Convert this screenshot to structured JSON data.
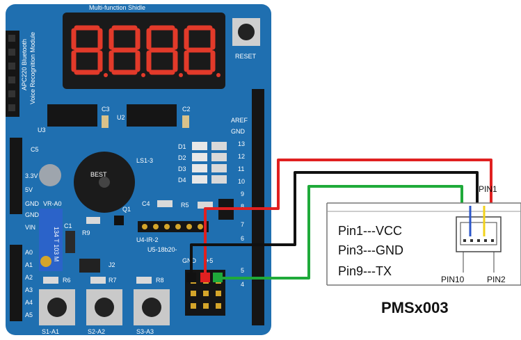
{
  "board": {
    "title": "Multi-function Shidle",
    "reset_label": "RESET",
    "bt_module_label": "APC220 Bluetooth",
    "voice_module_label": "Voice Recognition Module",
    "chips": [
      "U3",
      "U2"
    ],
    "caps": [
      "C3",
      "C2",
      "C5",
      "C4",
      "C1"
    ],
    "buzzer": {
      "label": "LS1-3",
      "text": "BEST"
    },
    "leds": [
      "D1",
      "D2",
      "D3",
      "D4"
    ],
    "resistors": [
      "R5",
      "R9",
      "R6",
      "R7",
      "R8"
    ],
    "transistor": "Q1",
    "potentiometer": {
      "label": "VR-A0",
      "text": "134 T 103 M"
    },
    "jumper": "J2",
    "ir_label": "U4-IR-2",
    "temp_label": "U5-18b20-",
    "header_right": [
      "AREF",
      "GND",
      "13",
      "12",
      "11",
      "10",
      "9",
      "8",
      "7",
      "6",
      "5",
      "4"
    ],
    "header_left_power": [
      "3.3V",
      "5V",
      "GND",
      "GND",
      "VIN"
    ],
    "header_left_analog": [
      "A0",
      "A1",
      "A2",
      "A3",
      "A4",
      "A5"
    ],
    "buttons": [
      "S1-A1",
      "S2-A2",
      "S3-A3"
    ],
    "gnd_label": "GND",
    "plus5_label": "+5"
  },
  "sensor": {
    "name": "PMSx003",
    "pins": [
      {
        "text": "Pin1---VCC"
      },
      {
        "text": "Pin3---GND"
      },
      {
        "text": "Pin9---TX"
      }
    ],
    "connector_labels": {
      "pin1": "PIN1",
      "pin10": "PIN10",
      "pin2": "PIN2"
    }
  },
  "wires": [
    {
      "name": "vcc-wire",
      "color": "#e02020"
    },
    {
      "name": "gnd-wire",
      "color": "#111111"
    },
    {
      "name": "tx-wire",
      "color": "#1faa3a"
    }
  ],
  "colors": {
    "board": "#1f6fb0",
    "board_dark": "#17558a",
    "display": "#1a1a1a",
    "segment": "#e23a2a",
    "yellow_wire": "#f2d21b",
    "blue_wire": "#2b56c9"
  }
}
